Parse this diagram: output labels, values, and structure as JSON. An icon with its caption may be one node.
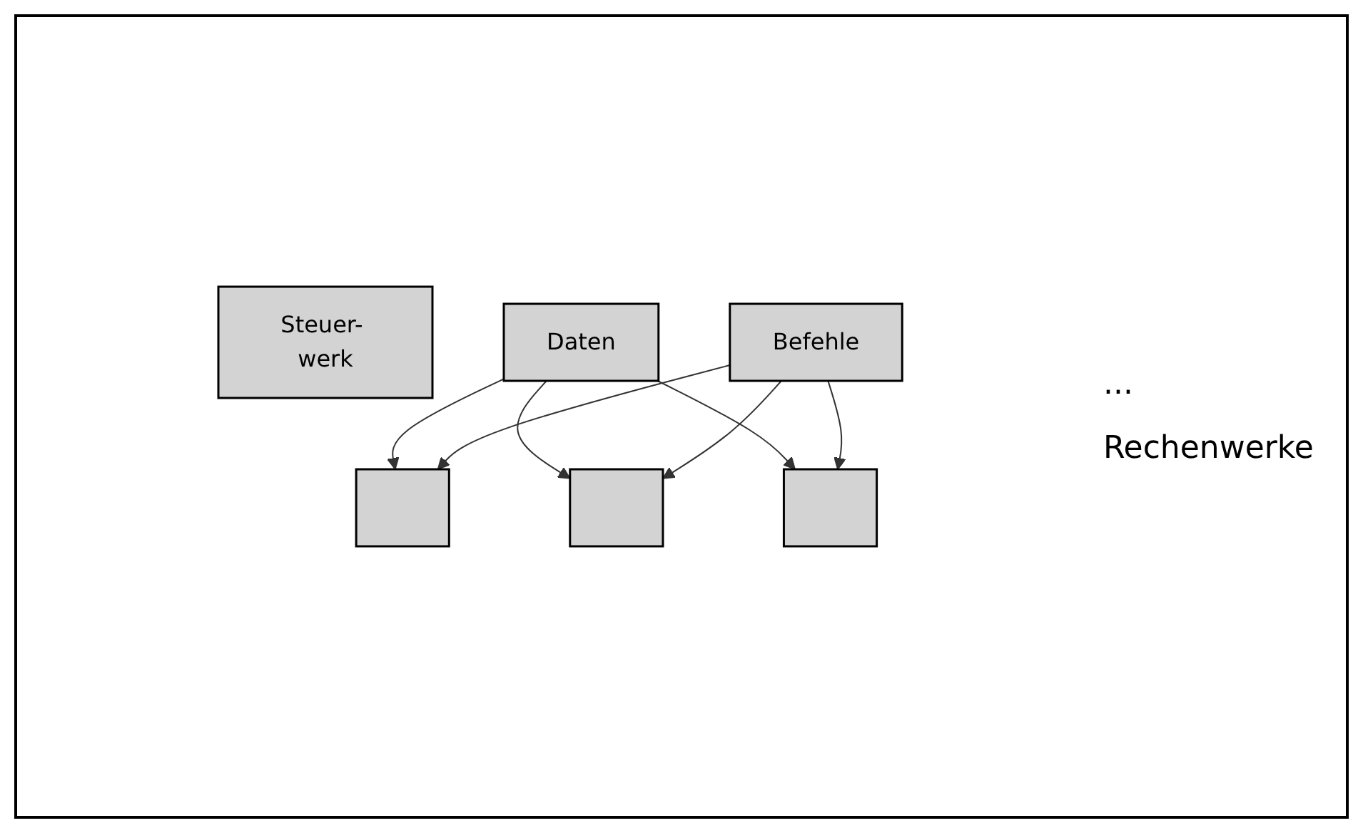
{
  "diagram": {
    "nodes": [
      {
        "text": [
          "Steuer- werk"
        ]
      },
      {
        "text": [
          "Daten"
        ]
      },
      {
        "text": [
          "Befehle"
        ]
      },
      {
        "text": [],
        "shape": "box"
      },
      {
        "text": [],
        "shape": "box"
      },
      {
        "text": [],
        "shape": "box"
      }
    ],
    "edges": [
      {
        "from": 1,
        "to": 3,
        "arrow": "to"
      },
      {
        "from": 1,
        "to": 4,
        "arrow": "to"
      },
      {
        "from": 1,
        "to": 5,
        "arrow": "to"
      },
      {
        "from": 2,
        "to": 3,
        "arrow": "to"
      },
      {
        "from": 2,
        "to": 4,
        "arrow": "to"
      },
      {
        "from": 2,
        "to": 5,
        "arrow": "to"
      }
    ],
    "labels": [
      "...",
      "Rechenwerke"
    ]
  }
}
